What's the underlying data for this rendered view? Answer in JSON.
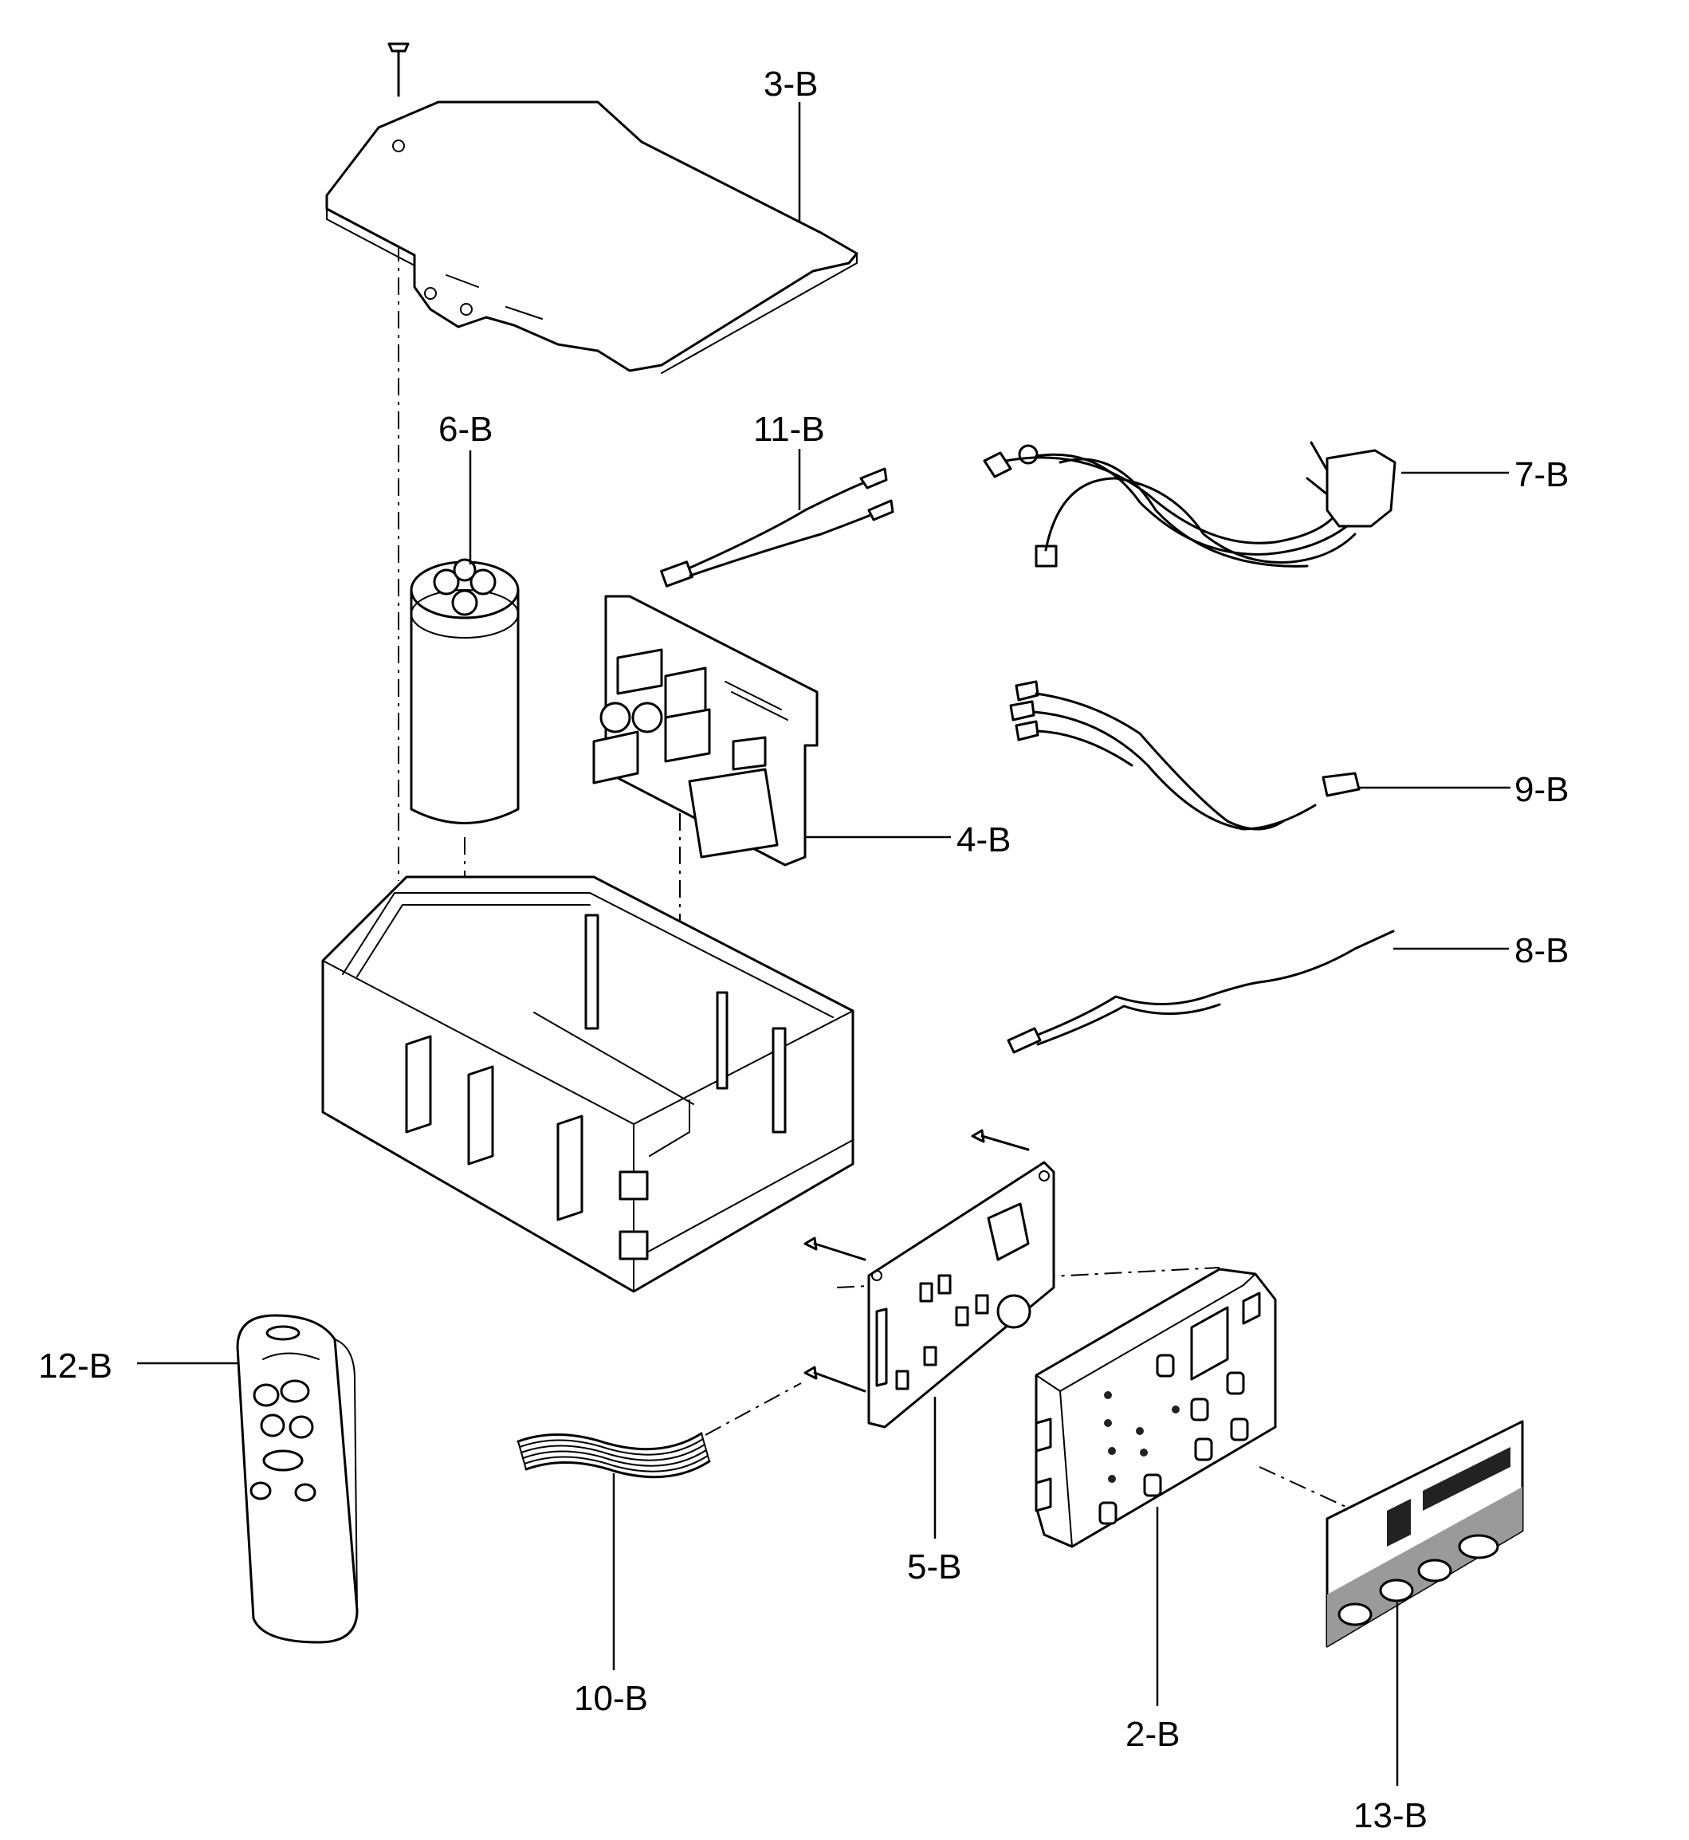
{
  "diagram": {
    "labels": {
      "p3": "3-B",
      "p6": "6-B",
      "p11": "11-B",
      "p7": "7-B",
      "p4": "4-B",
      "p9": "9-B",
      "p8": "8-B",
      "p12": "12-B",
      "p5": "5-B",
      "p10": "10-B",
      "p2": "2-B",
      "p13": "13-B"
    }
  }
}
